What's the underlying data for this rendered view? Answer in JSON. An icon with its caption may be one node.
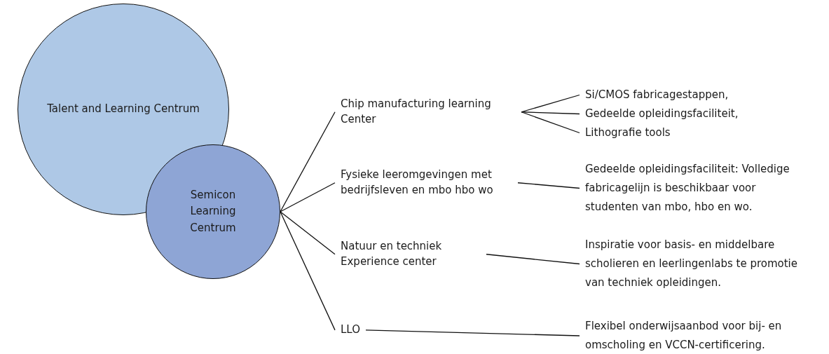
{
  "diagram": {
    "nodes": [
      {
        "text": [
          "Talent and Learning Centrum"
        ]
      },
      {
        "text": [
          "Semicon Learning Centrum"
        ]
      },
      {
        "text": [
          "Chip manufacturing learning Center"
        ]
      },
      {
        "text": [
          "Fysieke leeromgevingen met bedrijfsleven en mbo hbo wo"
        ]
      },
      {
        "text": [
          "Natuur en techniek Experience center"
        ]
      },
      {
        "text": [
          "LLO"
        ]
      },
      {
        "text": [
          "Si/CMOS fabricagestappen,"
        ]
      },
      {
        "text": [
          "Gedeelde opleidingsfaciliteit,"
        ]
      },
      {
        "text": [
          "Lithografie tools"
        ]
      },
      {
        "text": [
          "Gedeelde opleidingsfaciliteit: Volledige fabricagelijn is beschikbaar voor studenten van mbo, hbo en wo."
        ]
      },
      {
        "text": [
          "Inspiratie voor basis- en middelbare scholieren en leerlingenlabs te promotie van techniek opleidingen."
        ]
      },
      {
        "text": [
          "Flexibel onderwijsaanbod voor bij- en omscholing en VCCN-certificering."
        ]
      }
    ],
    "edges": [
      {
        "from": 1,
        "to": 2,
        "arrow": "none"
      },
      {
        "from": 1,
        "to": 3,
        "arrow": "none"
      },
      {
        "from": 1,
        "to": 4,
        "arrow": "none"
      },
      {
        "from": 1,
        "to": 5,
        "arrow": "none"
      },
      {
        "from": 2,
        "to": 6,
        "arrow": "none"
      },
      {
        "from": 2,
        "to": 7,
        "arrow": "none"
      },
      {
        "from": 2,
        "to": 8,
        "arrow": "none"
      },
      {
        "from": 3,
        "to": 9,
        "arrow": "none"
      },
      {
        "from": 4,
        "to": 10,
        "arrow": "none"
      },
      {
        "from": 5,
        "to": 11,
        "arrow": "none"
      }
    ]
  }
}
